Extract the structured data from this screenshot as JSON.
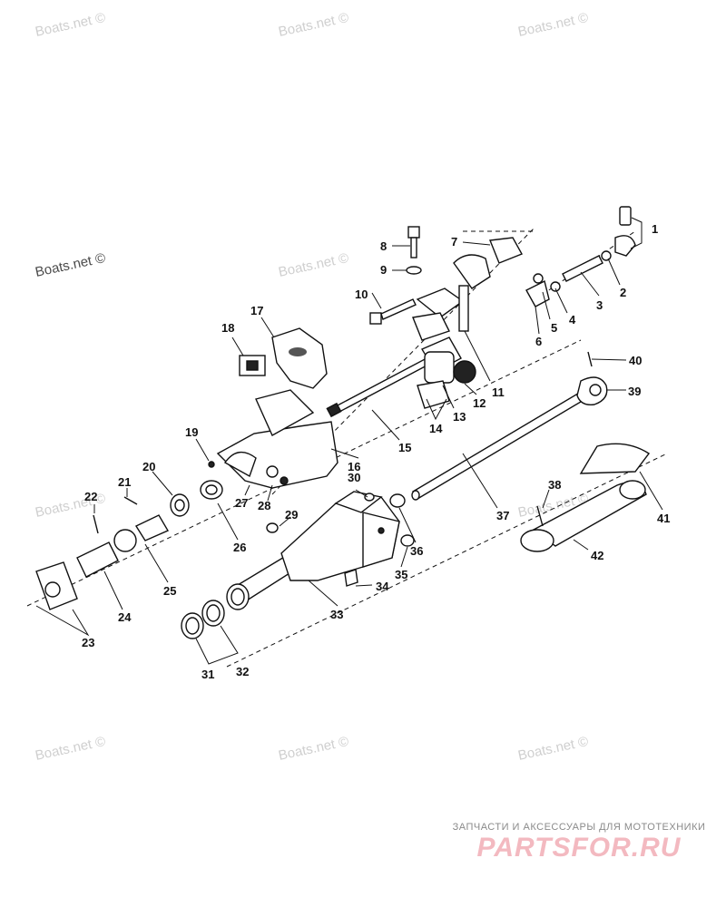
{
  "watermarks": [
    "Boats.net ©",
    "Boats.net ©",
    "Boats.net ©",
    "Boats.net ©",
    "Boats.net ©",
    "Boats.net ©",
    "Boats.net ©",
    "Boats.net ©",
    "Boats.net ©",
    "Boats.net ©"
  ],
  "part_labels": [
    "1",
    "2",
    "3",
    "4",
    "5",
    "6",
    "7",
    "8",
    "9",
    "10",
    "11",
    "12",
    "13",
    "14",
    "15",
    "16",
    "17",
    "18",
    "19",
    "20",
    "21",
    "22",
    "23",
    "24",
    "25",
    "26",
    "27",
    "28",
    "29",
    "30",
    "31",
    "32",
    "33",
    "34",
    "35",
    "36",
    "37",
    "38",
    "39",
    "40",
    "41",
    "42"
  ],
  "banner": {
    "tagline": "ЗАПЧАСТИ И АКСЕССУАРЫ ДЛЯ МОТОТЕХНИКИ",
    "brand": "PARTSFOR.RU"
  }
}
